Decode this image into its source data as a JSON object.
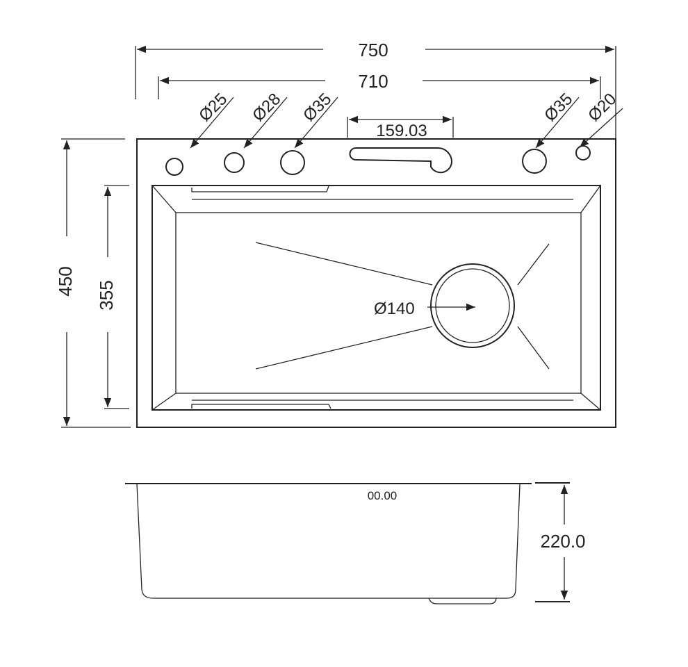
{
  "dimensions": {
    "overall_width": "750",
    "bowl_width": "710",
    "overall_depth": "450",
    "bowl_depth": "355",
    "slot_width": "159.03",
    "bowl_height": "220.0",
    "side_label": "00.00",
    "drain": "Ø140"
  },
  "holes": [
    "Ø25",
    "Ø28",
    "Ø35",
    "Ø35",
    "Ø20"
  ]
}
